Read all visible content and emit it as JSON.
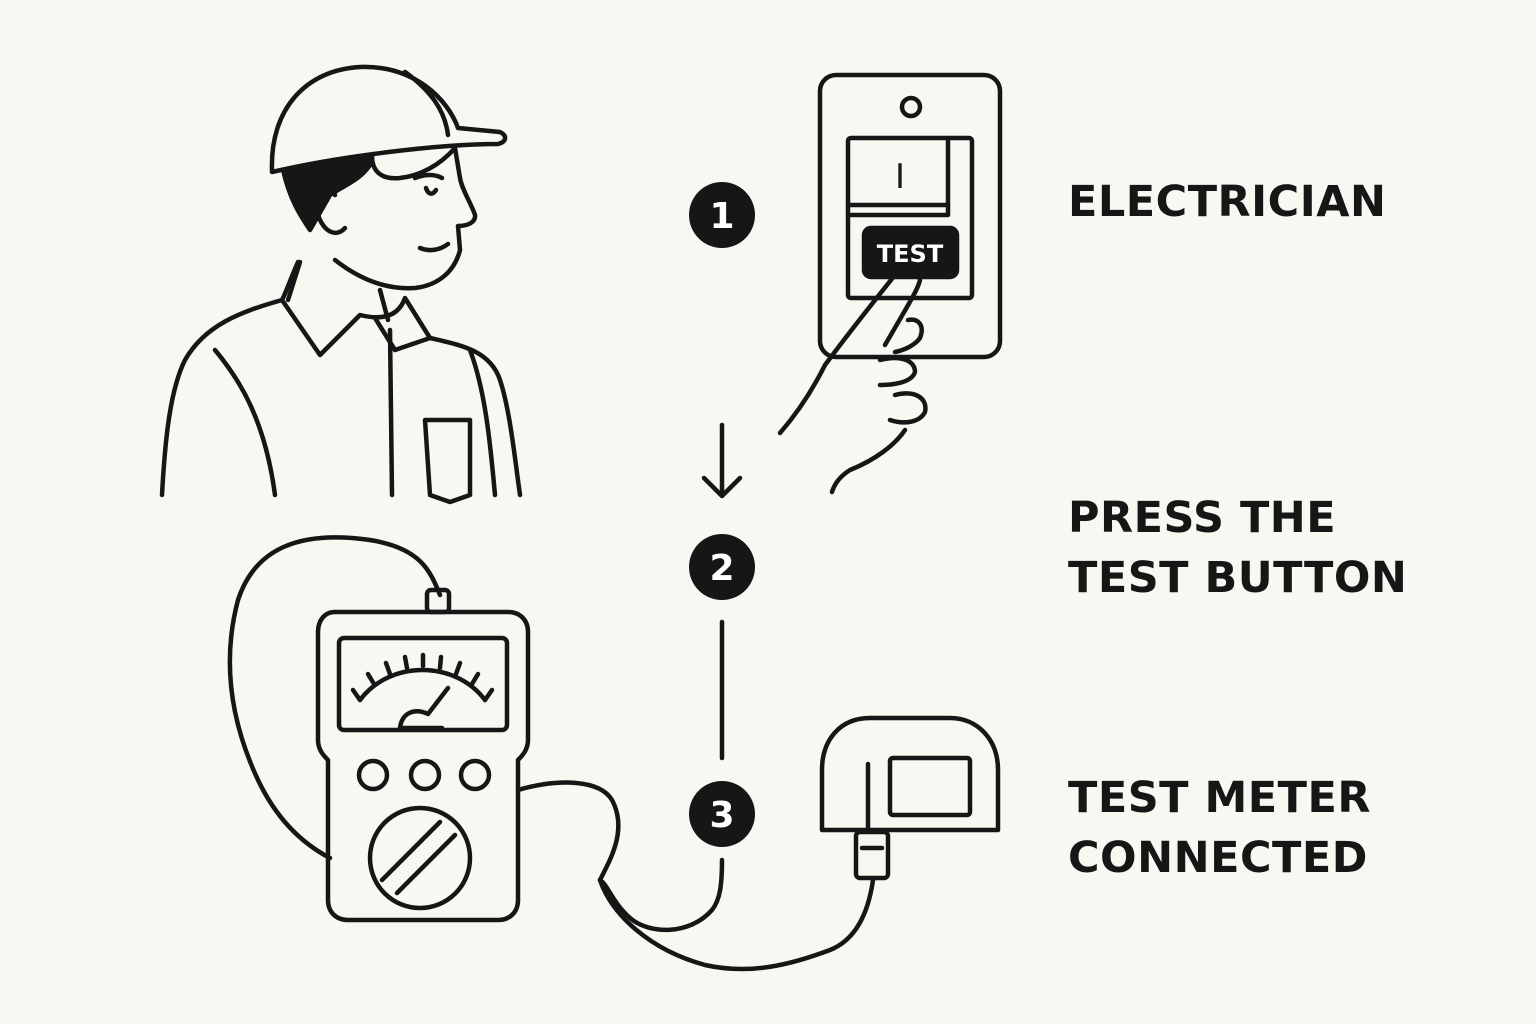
{
  "labels": {
    "electrician": "ELECTRICIAN",
    "press_line1": "PRESS THE",
    "press_line2": "TEST BUTTON",
    "meter_line1": "TEST METER",
    "meter_line2": "CONNECTED"
  },
  "steps": [
    "1",
    "2",
    "3"
  ],
  "outlet": {
    "test_button_label": "TEST",
    "switch_mark": "I"
  },
  "colors": {
    "background": "#f9f7f1",
    "ink": "#161616"
  },
  "icons": [
    "electrician-figure",
    "gfci-outlet",
    "pointing-hand",
    "down-arrow-icon",
    "analog-multimeter",
    "test-plug-adapter"
  ]
}
